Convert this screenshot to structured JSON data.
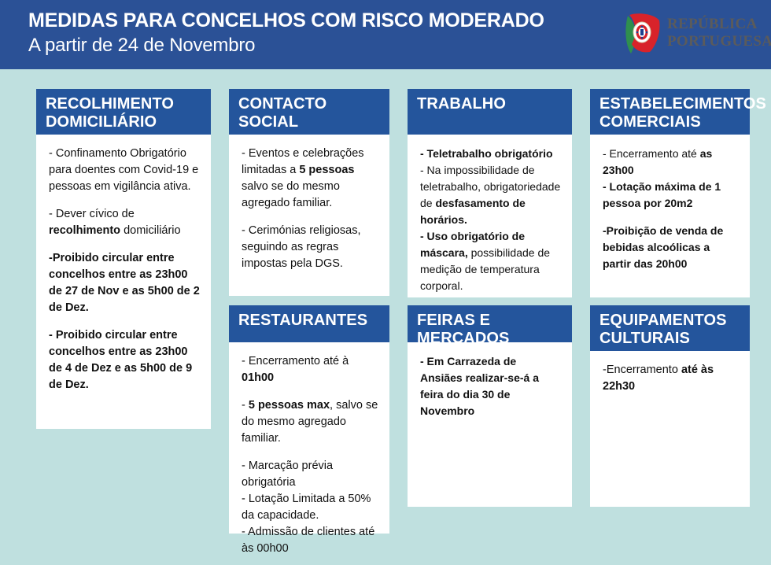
{
  "banner": {
    "title": "MEDIDAS PARA CONCELHOS COM RISCO MODERADO",
    "subtitle": "A partir de 24 de Novembro",
    "logo_line1": "REPÚBLICA",
    "logo_line2": "PORTUGUESA"
  },
  "colors": {
    "banner_blue": "#2b5196",
    "header_blue": "#24559c",
    "page_background": "#bfe0df",
    "card_background": "#ffffff"
  },
  "cards": {
    "recolhimento": {
      "title_line1": "RECOLHIMENTO",
      "title_line2": "DOMICILIÁRIO",
      "p1": "- Confinamento Obrigatório para doentes com Covid-19 e pessoas em vigilância ativa.",
      "p2_a": "- Dever cívico de ",
      "p2_b": "recolhimento",
      "p2_c": " domiciliário",
      "p3": "-Proibido circular entre concelhos entre as 23h00 de 27 de Nov e as 5h00 de 2 de Dez.",
      "p4": "- Proibido circular entre concelhos entre as 23h00 de 4 de Dez e as 5h00 de 9 de Dez."
    },
    "contacto": {
      "title_line1": "CONTACTO",
      "title_line2": "SOCIAL",
      "p1_a": "- Eventos e celebrações limitadas a ",
      "p1_b": "5 pessoas",
      "p1_c": " salvo se do mesmo agregado familiar.",
      "p2": "- Cerimónias religiosas, seguindo as regras impostas pela DGS."
    },
    "restaurantes": {
      "title": "RESTAURANTES",
      "p1_a": "- Encerramento até à ",
      "p1_b": "01h00",
      "p2_a": "- ",
      "p2_b": "5 pessoas max",
      "p2_c": ", salvo se do mesmo agregado familiar.",
      "p3": "- Marcação prévia obrigatória",
      "p4": "- Lotação Limitada a 50% da capacidade.",
      "p5": "- Admissão de clientes até às 00h00"
    },
    "trabalho": {
      "title": "TRABALHO",
      "p1": "- Teletrabalho obrigatório",
      "p2_a": "- Na impossibilidade de teletrabalho, obrigatoriedade de ",
      "p2_b": "desfasamento de horários.",
      "p3_a": "- Uso obrigatório de máscara,",
      "p3_b": " possibilidade de medição de temperatura corporal."
    },
    "feiras": {
      "title": "FEIRAS E MERCADOS",
      "p1": "- Em Carrazeda de Ansiães realizar-se-á a feira do dia 30 de Novembro"
    },
    "estabelecimentos": {
      "title_line1": "ESTABELECIMENTOS",
      "title_line2": "COMERCIAIS",
      "p1_a": "- Encerramento até ",
      "p1_b": "as 23h00",
      "p2": "- Lotação máxima de 1 pessoa por 20m2",
      "p3": "-Proibição de venda de bebidas alcoólicas a partir das 20h00"
    },
    "equipamentos": {
      "title_line1": "EQUIPAMENTOS",
      "title_line2": "CULTURAIS",
      "p1_a": "-Encerramento ",
      "p1_b": "até às 22h30"
    }
  }
}
